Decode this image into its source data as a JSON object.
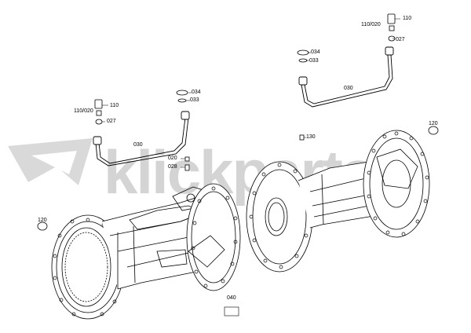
{
  "watermark": {
    "text": "klickparts"
  },
  "callouts": {
    "left_110": "110",
    "left_110_020": "110/020",
    "left_027": "027",
    "left_034": "034",
    "left_033": "033",
    "left_030": "030",
    "left_020": "020",
    "left_028": "028",
    "left_120": "120",
    "left_040": "040",
    "right_110": "110",
    "right_110_020": "110/020",
    "right_027": "027",
    "right_034": "034",
    "right_033": "033",
    "right_030": "030",
    "right_130": "130",
    "right_120": "120"
  }
}
